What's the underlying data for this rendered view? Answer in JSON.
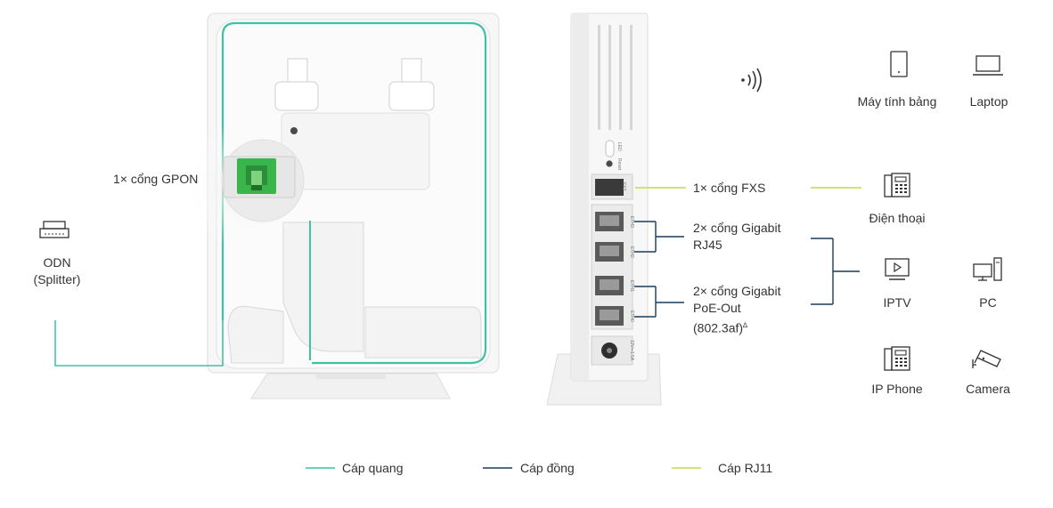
{
  "labels": {
    "gpon_port": "1× cổng GPON",
    "odn_line1": "ODN",
    "odn_line2": "(Splitter)",
    "fxs_port": "1× cổng FXS",
    "rj45_line1": "2× cổng Gigabit",
    "rj45_line2": "RJ45",
    "poe_line1": "2× cổng Gigabit",
    "poe_line2": "PoE-Out",
    "poe_line3": "(802.3af)",
    "poe_sup": "∆"
  },
  "devices": {
    "tablet": "Máy tính bảng",
    "laptop": "Laptop",
    "phone": "Điện thoại",
    "iptv": "IPTV",
    "pc": "PC",
    "ip_phone": "IP Phone",
    "camera": "Camera"
  },
  "port_labels": {
    "fxs": "FXS",
    "eth3": "ETH3",
    "eth2": "ETH2",
    "eth1": "ETH1",
    "eth0": "ETH0",
    "power": "12V⎓1.5A",
    "led": "LED",
    "reset": "Reset"
  },
  "legend": {
    "fiber": "Cáp quang",
    "copper": "Cáp đồng",
    "rj11": "Cáp RJ11"
  },
  "colors": {
    "fiber": "#3fc4a3",
    "copper": "#1d3b57",
    "rj11": "#c8d94a",
    "sfp_green": "#3ab54a"
  },
  "icons": {
    "wifi": "wifi-signal-icon",
    "odn": "splitter-icon"
  }
}
